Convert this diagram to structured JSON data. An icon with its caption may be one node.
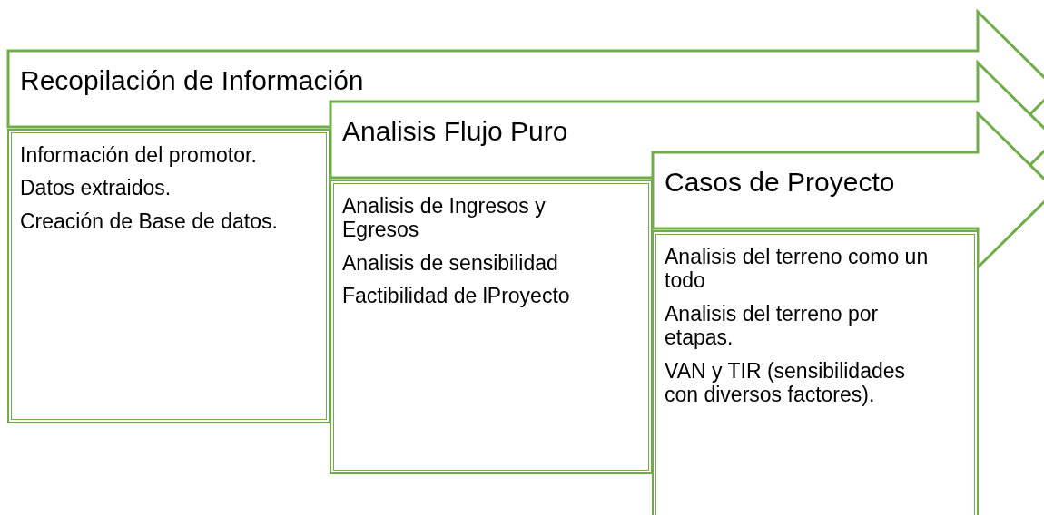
{
  "diagram": {
    "nodes": [
      {
        "text": [
          "Recopilación de Información"
        ]
      },
      {
        "text": [
          "Información del promotor.",
          "Datos extraidos.",
          "Creación de Base de datos."
        ]
      },
      {
        "text": [
          "Analisis Flujo Puro"
        ]
      },
      {
        "text": [
          "Analisis de Ingresos y Egresos",
          "Analisis de sensibilidad",
          "Factibilidad de lProyecto"
        ]
      },
      {
        "text": [
          "Casos de Proyecto"
        ]
      },
      {
        "text": [
          "Analisis del terreno como un todo",
          "Analisis del terreno por etapas.",
          "VAN y TIR (sensibilidades con diversos factores)."
        ]
      }
    ]
  }
}
